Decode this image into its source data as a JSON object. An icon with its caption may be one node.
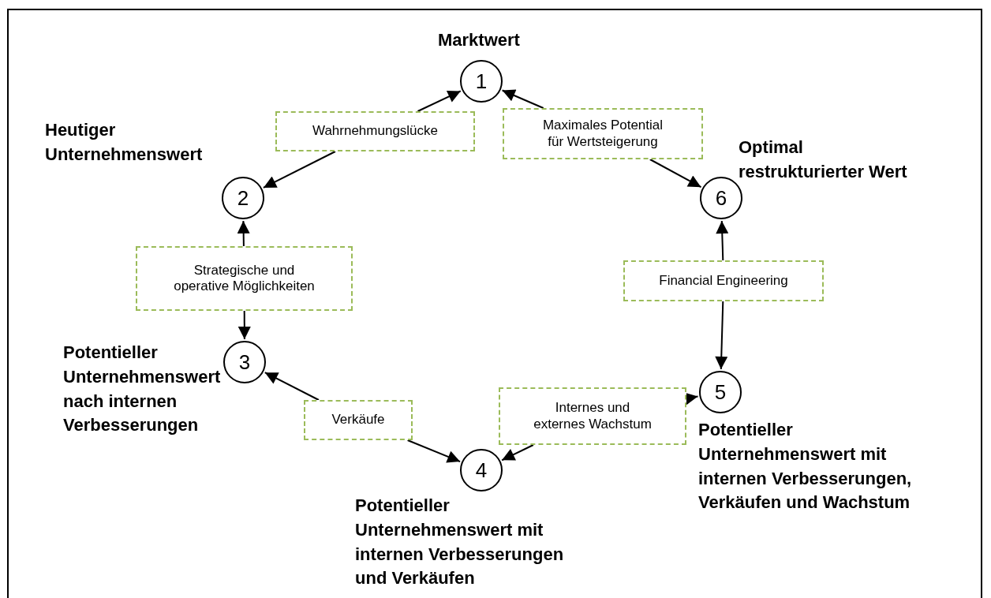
{
  "diagram": {
    "nodes": [
      {
        "text": [
          "1"
        ],
        "beside": [
          "Marktwert"
        ]
      },
      {
        "text": [
          "Wahrnehmungslücke"
        ]
      },
      {
        "text": [
          "Maximales Potential für Wertsteigerung"
        ]
      },
      {
        "text": [
          "2"
        ],
        "beside": [
          "Heutiger Unternehmenswert"
        ]
      },
      {
        "text": [
          "6"
        ],
        "beside": [
          "Optimal restrukturierter Wert"
        ]
      },
      {
        "text": [
          "Strategische und operative Möglichkeiten"
        ]
      },
      {
        "text": [
          "Financial Engineering"
        ]
      },
      {
        "text": [
          "3"
        ],
        "beside": [
          "Potentieller Unternehmenswert nach internen Verbesserungen"
        ]
      },
      {
        "text": [
          "5"
        ],
        "beside": [
          "Potentieller Unternehmenswert mit internen Verbesserungen, Verkäufen und Wachstum"
        ]
      },
      {
        "text": [
          "Internes und externes Wachstum"
        ]
      },
      {
        "text": [
          "Verkäufe"
        ]
      },
      {
        "text": [
          "4"
        ],
        "beside": [
          "Potentieller Unternehmenswert mit internen Verbesserungen und Verkäufen"
        ]
      }
    ],
    "edges": [
      {
        "from": 1,
        "to": 0,
        "arrow": "to"
      },
      {
        "from": 1,
        "to": 3,
        "arrow": "to"
      },
      {
        "from": 2,
        "to": 0,
        "arrow": "to"
      },
      {
        "from": 2,
        "to": 4,
        "arrow": "to"
      },
      {
        "from": 5,
        "to": 3,
        "arrow": "to"
      },
      {
        "from": 5,
        "to": 7,
        "arrow": "to"
      },
      {
        "from": 6,
        "to": 4,
        "arrow": "to"
      },
      {
        "from": 6,
        "to": 8,
        "arrow": "to"
      },
      {
        "from": 10,
        "to": 7,
        "arrow": "to"
      },
      {
        "from": 10,
        "to": 11,
        "arrow": "to"
      },
      {
        "from": 9,
        "to": 11,
        "arrow": "to"
      },
      {
        "from": 9,
        "to": 8,
        "arrow": "to"
      }
    ]
  }
}
